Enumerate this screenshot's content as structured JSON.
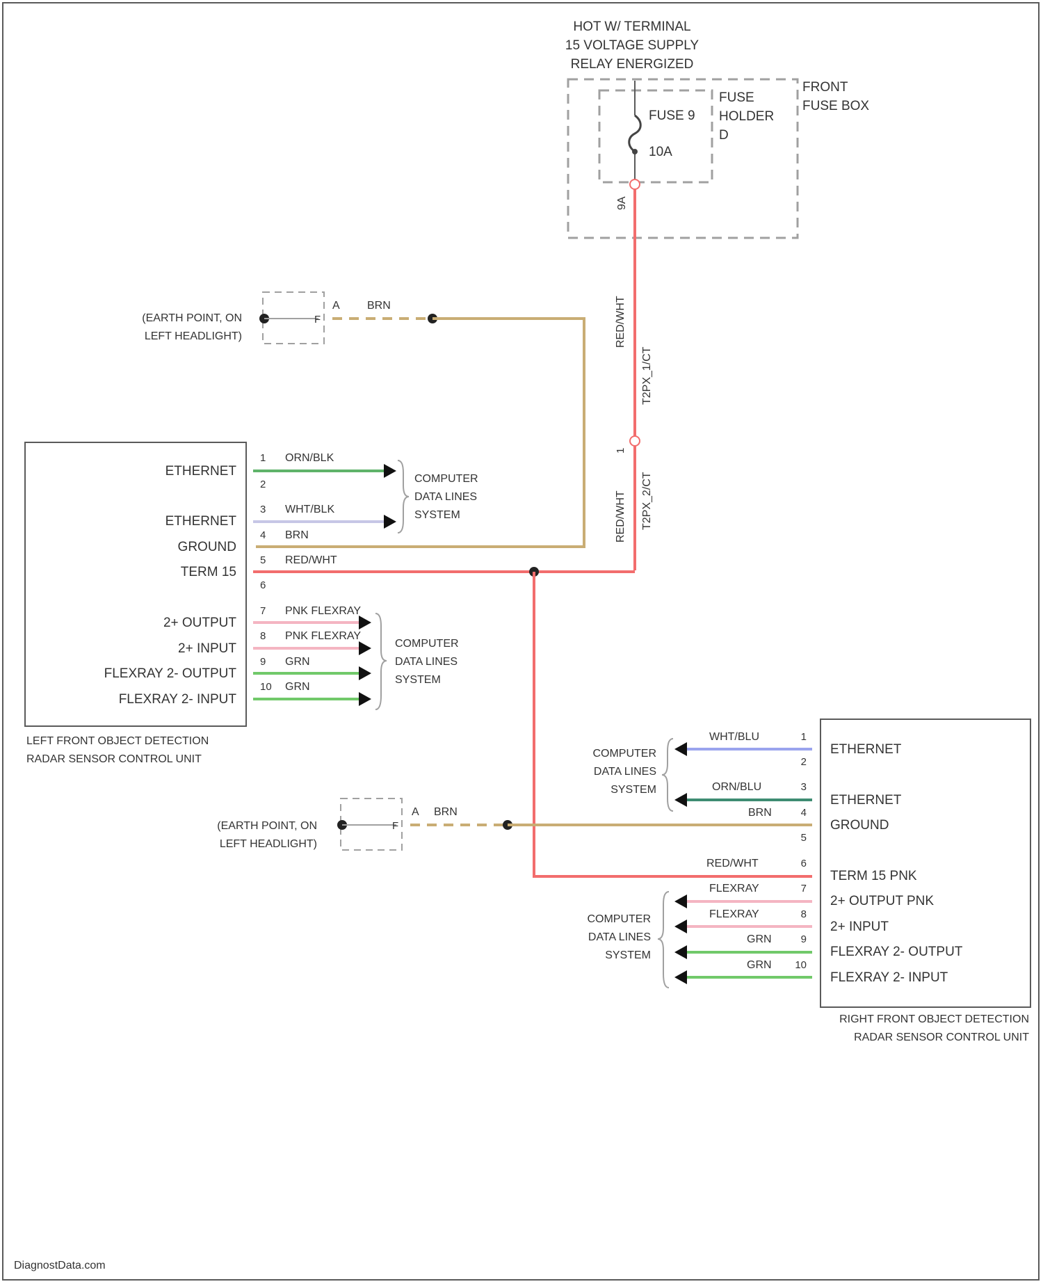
{
  "supply": {
    "line1": "HOT W/ TERMINAL",
    "line2": "15 VOLTAGE SUPPLY",
    "line3": "RELAY ENERGIZED"
  },
  "fuse_box": {
    "title1": "FRONT",
    "title2": "FUSE BOX",
    "holder1": "FUSE",
    "holder2": "HOLDER",
    "holder3": "D",
    "fuse_name": "FUSE 9",
    "fuse_rating": "10A",
    "terminal": "9A"
  },
  "supply_wire": {
    "color_upper": "RED/WHT",
    "connector_upper": "T2PX_1/CT",
    "color_lower": "RED/WHT",
    "connector_lower": "T2PX_2/CT",
    "pin": "1"
  },
  "earth": {
    "line1": "(EARTH POINT, ON",
    "line2": "LEFT HEADLIGHT)",
    "terminal": "A",
    "pin": "F",
    "wire": "BRN"
  },
  "left_unit": {
    "title1": "LEFT FRONT OBJECT DETECTION",
    "title2": "RADAR SENSOR CONTROL UNIT",
    "labels": [
      "ETHERNET",
      "ETHERNET",
      "GROUND",
      "TERM 15",
      "2+ OUTPUT",
      "2+ INPUT",
      "FLEXRAY 2- OUTPUT",
      "FLEXRAY 2- INPUT"
    ],
    "pins": [
      "1",
      "2",
      "3",
      "4",
      "5",
      "6",
      "7",
      "8",
      "9",
      "10"
    ],
    "wires": [
      "ORN/BLK",
      "WHT/BLK",
      "BRN",
      "RED/WHT",
      "PNK FLEXRAY",
      "PNK FLEXRAY",
      "GRN",
      "GRN"
    ]
  },
  "right_unit": {
    "title1": "RIGHT FRONT OBJECT DETECTION",
    "title2": "RADAR SENSOR CONTROL UNIT",
    "labels": [
      "ETHERNET",
      "ETHERNET",
      "GROUND",
      "TERM 15 PNK",
      "2+ OUTPUT PNK",
      "2+ INPUT",
      "FLEXRAY 2- OUTPUT",
      "FLEXRAY 2- INPUT"
    ],
    "pins": [
      "1",
      "2",
      "3",
      "4",
      "5",
      "6",
      "7",
      "8",
      "9",
      "10"
    ],
    "wires": [
      "WHT/BLU",
      "ORN/BLU",
      "BRN",
      "RED/WHT",
      "FLEXRAY",
      "FLEXRAY",
      "GRN",
      "GRN"
    ]
  },
  "cdls": {
    "line1": "COMPUTER",
    "line2": "DATA LINES",
    "line3": "SYSTEM"
  },
  "footer": "DiagnostData.com",
  "colors": {
    "red_wht": "#f26d6d",
    "brn": "#c9ad74",
    "grn": "#71c96a",
    "pnk": "#f4b5c2",
    "orn_blk": "#5fb36a",
    "wht_blk": "#c6c6e6",
    "wht_blu": "#9aa4ee",
    "orn_blu": "#3e8c72",
    "frame": "#5a5a5a",
    "dash": "#a0a0a0"
  }
}
